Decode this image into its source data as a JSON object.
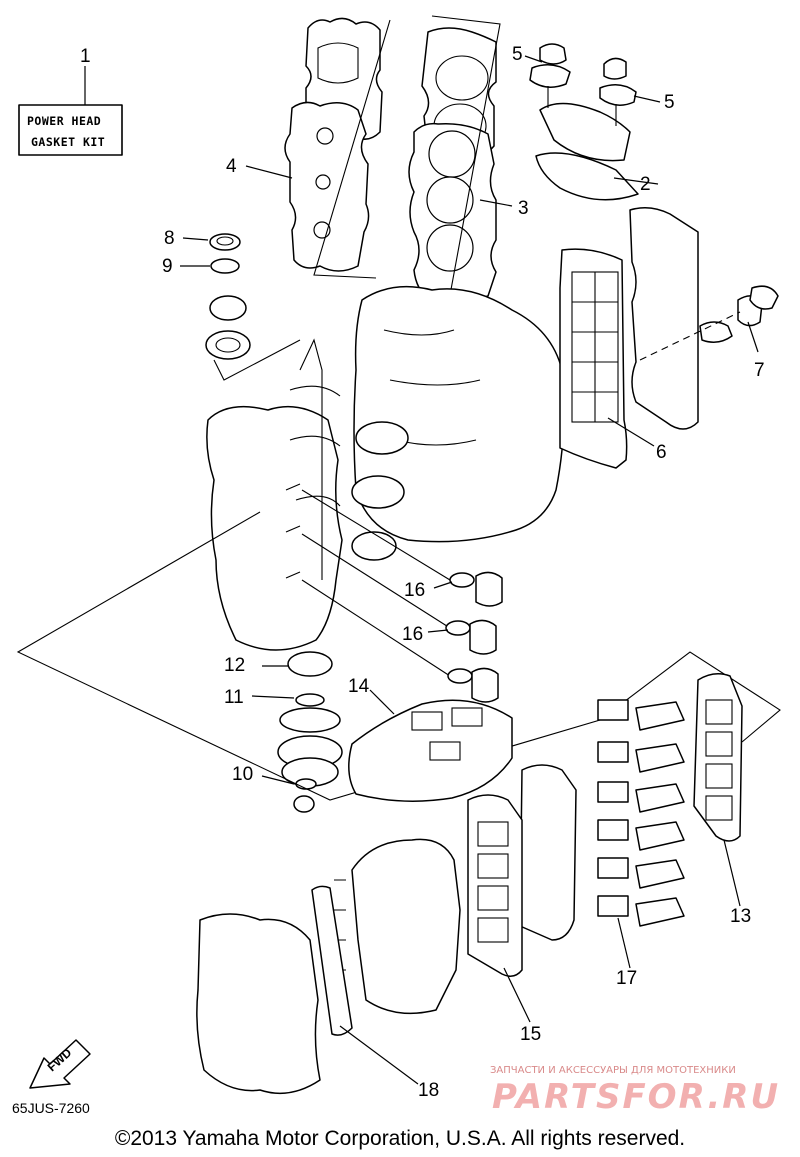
{
  "kit_label": {
    "line1": "POWER HEAD",
    "line2": "GASKET KIT",
    "number": "1"
  },
  "callouts": [
    "2",
    "3",
    "4",
    "5",
    "5",
    "6",
    "7",
    "8",
    "9",
    "10",
    "11",
    "12",
    "13",
    "14",
    "15",
    "16",
    "16",
    "17",
    "18"
  ],
  "fwd_label": "FWD",
  "diagram_code": "65JUS-7260",
  "watermark": {
    "line1": "ЗАПЧАСТИ И АКСЕССУАРЫ ДЛЯ МОТОТЕХНИКИ",
    "line2": "PARTSFOR.RU"
  },
  "copyright": "©2013 Yamaha Motor Corporation, U.S.A. All rights reserved."
}
